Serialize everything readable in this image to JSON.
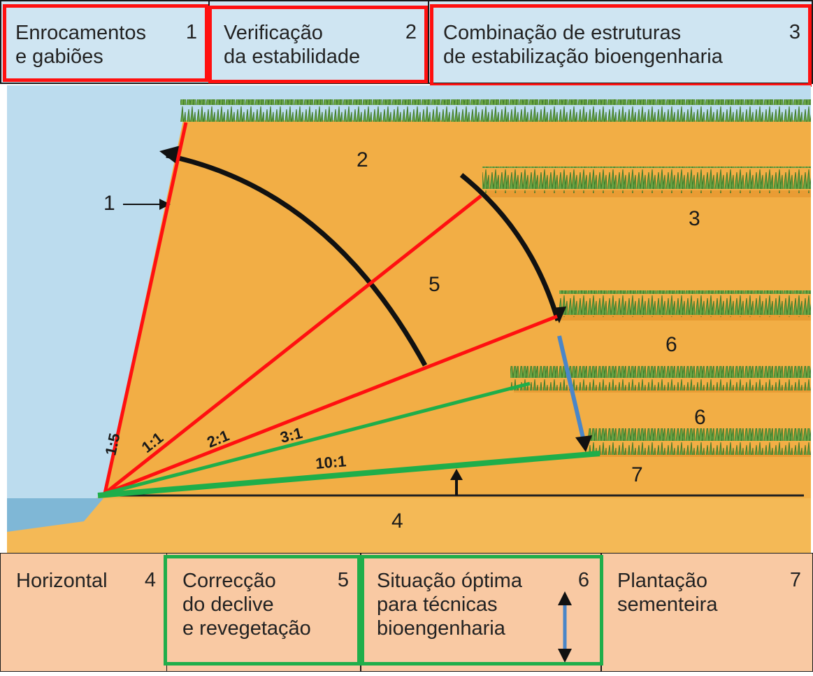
{
  "legend_top": [
    {
      "label": "Enrocamentos\ne gabiões",
      "num": "1"
    },
    {
      "label": "Verificação\nda estabilidade",
      "num": "2"
    },
    {
      "label": "Combinação de estruturas\nde estabilização bioengenharia",
      "num": "3"
    }
  ],
  "legend_bottom": [
    {
      "label": "Horizontal",
      "num": "4"
    },
    {
      "label": "Correcção\ndo declive\ne revegetação",
      "num": "5"
    },
    {
      "label": "Situação óptima\npara técnicas\nbioengenharia",
      "num": "6"
    },
    {
      "label": "Plantação\nsementeira",
      "num": "7"
    }
  ],
  "diagram": {
    "region_numbers": [
      "1",
      "2",
      "3",
      "5",
      "6",
      "6",
      "7",
      "4"
    ],
    "slope_ratios": [
      "1:5",
      "1:1",
      "2:1",
      "3:1",
      "10:1"
    ]
  },
  "colors": {
    "water": "#bcdcee",
    "soil": "#f2ae45",
    "soil_light": "#f6c36d",
    "grass": "#5f9a3c",
    "red_marker": "#ff1010",
    "green_marker": "#1fae4a",
    "blue_arrow": "#4a86c8"
  }
}
